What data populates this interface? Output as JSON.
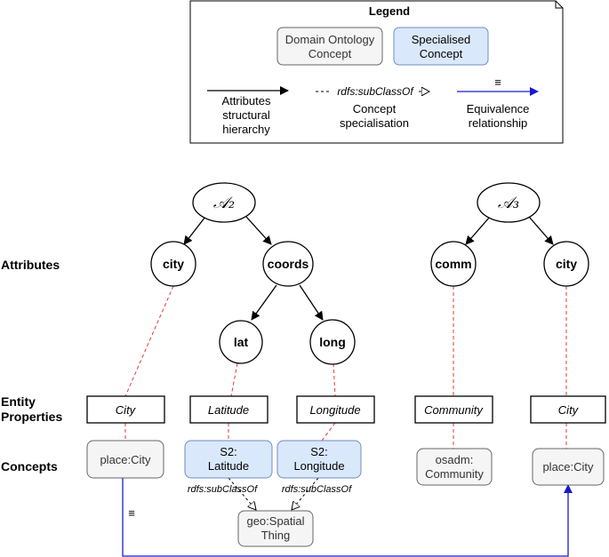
{
  "legend": {
    "title": "Legend",
    "domain_box": [
      "Domain Ontology",
      "Concept"
    ],
    "specialised_box": [
      "Specialised",
      "Concept"
    ],
    "attributes_arrow": [
      "Attributes",
      "structural",
      "hierarchy"
    ],
    "subclass_arrow_label": "rdfs:subClassOf",
    "concept_spec": [
      "Concept",
      "specialisation"
    ],
    "equiv_symbol": "≡",
    "equivalence": [
      "Equivalence",
      "relationship"
    ]
  },
  "row_labels": {
    "attributes": "Attributes",
    "entity_properties": [
      "Entity",
      "Properties"
    ],
    "concepts": "Concepts"
  },
  "tree_a2": {
    "root": "𝒜₂",
    "city": "city",
    "coords": "coords",
    "lat": "lat",
    "long": "long"
  },
  "tree_a3": {
    "root": "𝒜₃",
    "comm": "comm",
    "city": "city"
  },
  "entity_properties": {
    "city_1": "City",
    "latitude": "Latitude",
    "longitude": "Longitude",
    "community": "Community",
    "city_2": "City"
  },
  "concepts": {
    "place_city_1": "place:City",
    "s2_latitude": [
      "S2:",
      "Latitude"
    ],
    "s2_longitude": [
      "S2:",
      "Longitude"
    ],
    "osadm_community": [
      "osadm:",
      "Community"
    ],
    "place_city_2": "place:City",
    "geo_spatial_thing": [
      "geo:Spatial",
      "Thing"
    ]
  },
  "subclass_labels": {
    "left": "rdfs:subClassOf",
    "right": "rdfs:subClassOf"
  },
  "equiv_symbol": "≡",
  "colors": {
    "domain_fill": "#f5f5f5",
    "domain_stroke": "#666666",
    "spec_fill": "#dae8fc",
    "spec_stroke": "#6c8ebf",
    "dashed_red": "#e53935",
    "equiv_blue": "#1a1acc"
  }
}
